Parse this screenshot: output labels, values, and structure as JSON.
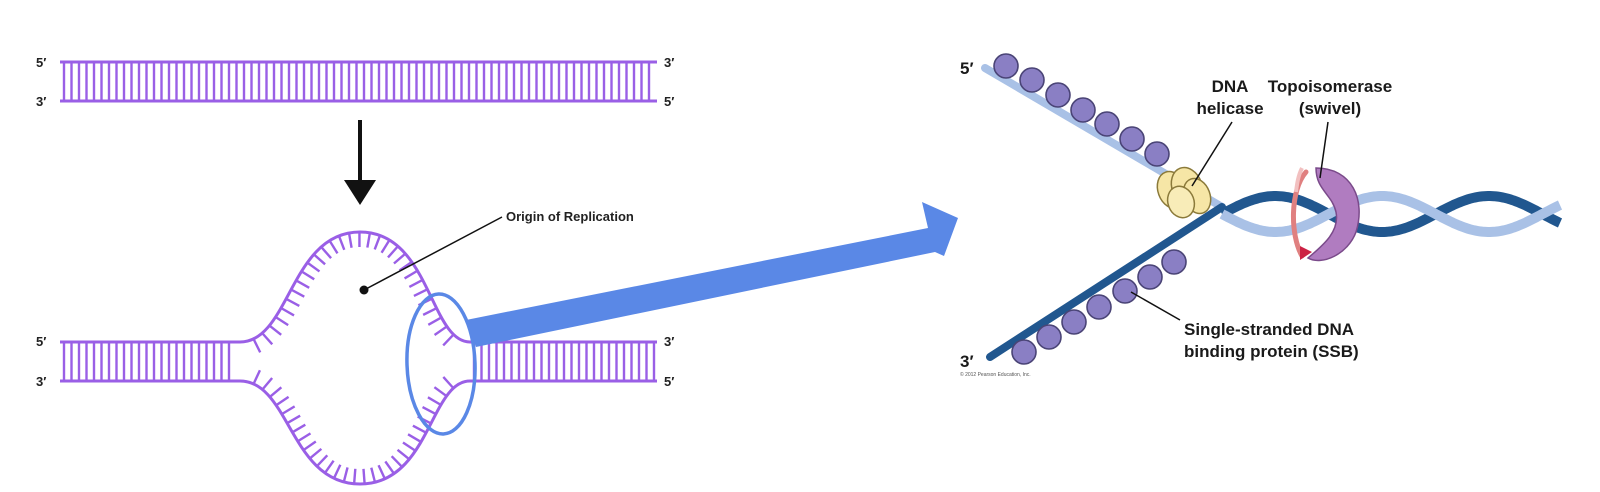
{
  "left_panel": {
    "top_strand": {
      "left_top": "5′",
      "left_bottom": "3′",
      "right_top": "3′",
      "right_bottom": "5′"
    },
    "bubble_strand": {
      "left_top": "5′",
      "left_bottom": "3′",
      "right_top": "3′",
      "right_bottom": "5′"
    },
    "origin_label": "Origin of Replication"
  },
  "right_panel": {
    "top_end": "5′",
    "bottom_end": "3′",
    "helicase_label_line1": "DNA",
    "helicase_label_line2": "helicase",
    "topo_label_line1": "Topoisomerase",
    "topo_label_line2": "(swivel)",
    "ssb_label_line1": "Single-stranded DNA",
    "ssb_label_line2": "binding protein (SSB)",
    "copyright": "© 2012 Pearson Education, Inc."
  },
  "colors": {
    "dna_purple": "#9a5fe6",
    "callout_blue": "#5a88e6",
    "strand_light": "#a9c1e6",
    "strand_dark": "#21578f",
    "ssb": "#8a7fc4",
    "helicase": "#f6e6a6",
    "topoisomerase": "#b07cc0",
    "topo_ring": "#e08080"
  }
}
